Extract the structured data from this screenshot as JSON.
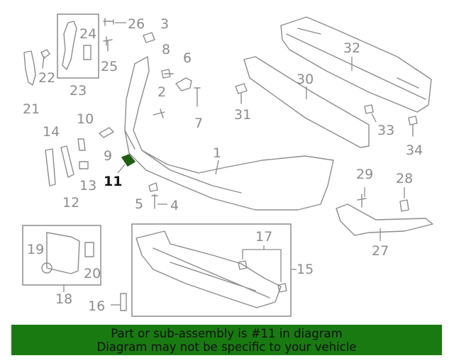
{
  "diagram": {
    "highlighted_part": "11",
    "callouts": [
      "1",
      "2",
      "3",
      "4",
      "5",
      "6",
      "7",
      "8",
      "9",
      "10",
      "11",
      "12",
      "13",
      "14",
      "15",
      "16",
      "17",
      "18",
      "19",
      "20",
      "21",
      "22",
      "23",
      "24",
      "25",
      "26",
      "27",
      "28",
      "29",
      "30",
      "31",
      "32",
      "33",
      "34"
    ]
  },
  "banner": {
    "line1": "Part or sub-assembly is #11 in diagram",
    "line2": "Diagram may not be specific to your vehicle",
    "background": "#1a7a12"
  },
  "colors": {
    "line": "#8c8c8c",
    "highlight_part": "#1f5e12"
  }
}
